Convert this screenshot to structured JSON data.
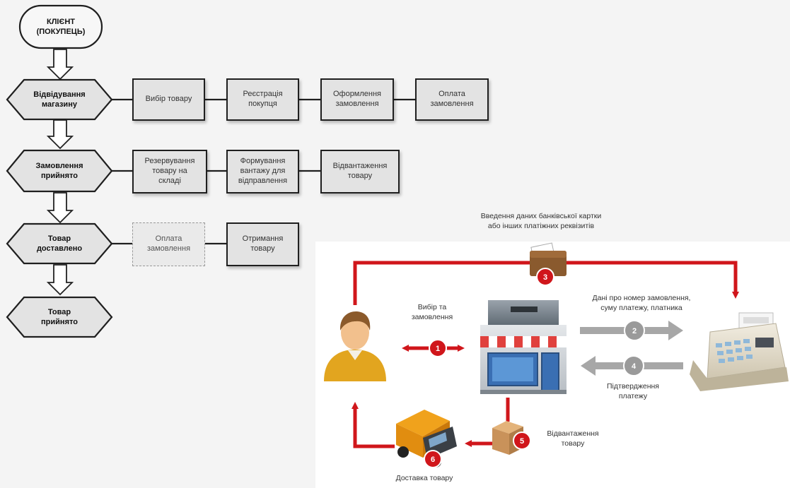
{
  "flowchart": {
    "start": "КЛІЄНТ\n(ПОКУПЕЦЬ)",
    "stages": [
      {
        "label": "Відвідування\nмагазину",
        "steps": [
          "Вибір товару",
          "Реєстрація\nпокупця",
          "Оформлення\nзамовлення",
          "Оплата\nзамовлення"
        ]
      },
      {
        "label": "Замовлення\nприйнято",
        "steps": [
          "Резервування\nтовару на\nскладі",
          "Формування\nвантажу для\nвідправлення",
          "Відвантаження\nтовару"
        ]
      },
      {
        "label": "Товар\nдоставлено",
        "steps": [
          "Оплата\nзамовлення",
          "Отримання\nтовару"
        ],
        "optional_step_index": 0
      },
      {
        "label": "Товар\nприйнято",
        "steps": []
      }
    ]
  },
  "scheme": {
    "steps": [
      {
        "number": "1",
        "text": "Вибір та\nзамовлення"
      },
      {
        "number": "2",
        "text": "Дані про номер замовлення,\nсуму платежу, платника"
      },
      {
        "number": "3",
        "text": "Введення даних банківської картки\nабо інших платіжних реквізитів"
      },
      {
        "number": "4",
        "text": "Підтвердження\nплатежу"
      },
      {
        "number": "5",
        "text": "Відвантаження\nтовару"
      },
      {
        "number": "6",
        "text": "Доставка товару"
      }
    ],
    "colors": {
      "arrow_red": "#d0161b",
      "arrow_grey": "#a7a7a7",
      "badge_red": "#d0161b",
      "badge_grey": "#9a9a9a"
    },
    "icons": [
      "customer-icon",
      "shop-icon",
      "cash-register-icon",
      "delivery-truck-icon",
      "parcel-box-icon",
      "wallet-icon"
    ]
  }
}
